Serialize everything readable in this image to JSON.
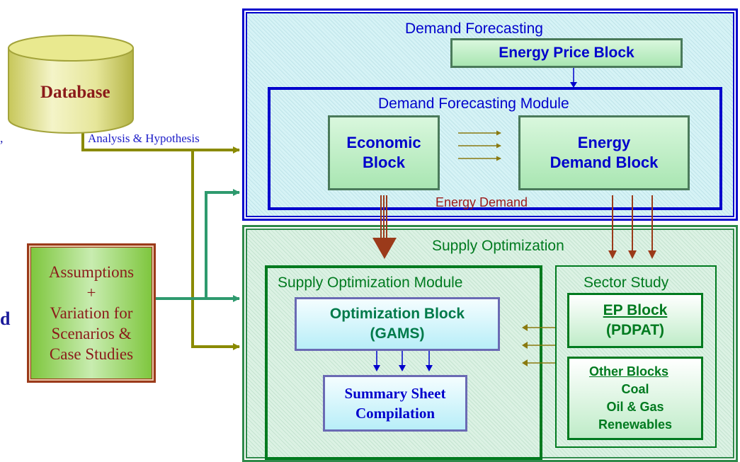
{
  "database": {
    "label": "Database"
  },
  "analysis_label": "Analysis & Hypothesis",
  "assumptions": {
    "lines": [
      "Assumptions",
      "+",
      "Variation for",
      "Scenarios &",
      "Case Studies"
    ]
  },
  "demand_forecasting": {
    "title": "Demand Forecasting",
    "energy_price_block": "Energy Price Block",
    "module_title": "Demand Forecasting Module",
    "economic_block": [
      "Economic",
      "Block"
    ],
    "energy_demand_block": [
      "Energy",
      "Demand Block"
    ],
    "energy_demand_label": "Energy Demand"
  },
  "supply_optimization": {
    "title": "Supply Optimization",
    "module_title": "Supply Optimization Module",
    "optimization_block": [
      "Optimization Block",
      "(GAMS)"
    ],
    "summary_sheet": [
      "Summary Sheet",
      "Compilation"
    ],
    "sector_study_title": "Sector Study",
    "ep_block": [
      "EP Block",
      "(PDPAT)"
    ],
    "other_blocks": [
      "Other Blocks",
      "Coal",
      "Oil & Gas",
      "Renewables"
    ]
  },
  "colors": {
    "dark_blue": "#0000cc",
    "dark_green": "#007a1f",
    "olive": "#8a8a00",
    "teal": "#2e9a6e",
    "brown": "#9b3a1a",
    "database_text": "#8b1a1a"
  }
}
